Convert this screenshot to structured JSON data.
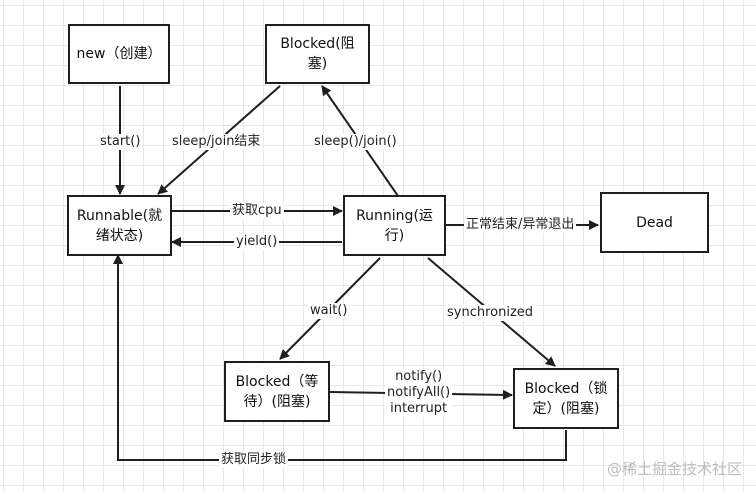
{
  "states": {
    "new": "new（创建）",
    "blocked_sleep": "Blocked(阻塞)",
    "runnable": "Runnable(就绪状态)",
    "running": "Running(运行)",
    "dead": "Dead",
    "blocked_wait": "Blocked（等待）(阻塞)",
    "blocked_lock": "Blocked（锁定）(阻塞)"
  },
  "transitions": {
    "start": "start()",
    "sleep_join_end": "sleep/join结束",
    "sleep_join": "sleep()/join()",
    "get_cpu": "获取cpu",
    "yield": "yield()",
    "normal_end": "正常结束/异常退出",
    "wait": "wait()",
    "synchronized": "synchronized",
    "notify": "notify()",
    "notify_all": "notifyAll()",
    "interrupt": "interrupt",
    "get_sync_lock": "获取同步锁"
  },
  "watermark": "@稀土掘金技术社区",
  "colors": {
    "line": "#1f1f1f",
    "grid": "#e8e8e8",
    "watermark": "#bdbdbd"
  }
}
